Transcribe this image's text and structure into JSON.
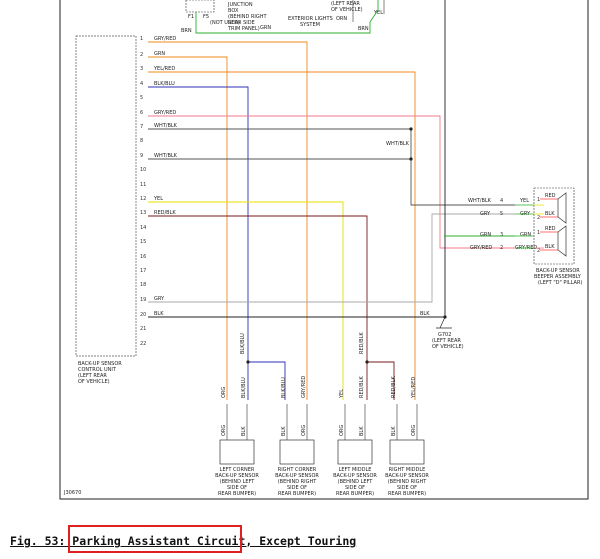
{
  "top_labels": {
    "f1": "F1",
    "f5": "F5",
    "not_used": "(NOT USED)",
    "junction_block": [
      "JUNCTION",
      "BOX",
      "(BEHIND RIGHT",
      "REAR SIDE",
      "TRIM PANEL)"
    ],
    "left_rear": [
      "(LEFT REAR",
      "OF VEHICLE)"
    ],
    "exterior_lights": [
      "EXTERIOR LIGHTS",
      "SYSTEM"
    ],
    "brn_left": "BRN",
    "brn_right": "BRN",
    "grn": "GRN",
    "orn_top": "ORN",
    "yel_top": "YEL"
  },
  "control_unit": {
    "label": [
      "BACK-UP SENSOR",
      "CONTROL UNIT",
      "(LEFT REAR",
      "OF VEHICLE)"
    ],
    "pins": [
      "1",
      "2",
      "3",
      "4",
      "5",
      "6",
      "7",
      "8",
      "9",
      "10",
      "11",
      "12",
      "13",
      "14",
      "15",
      "16",
      "17",
      "18",
      "19",
      "20",
      "21",
      "22"
    ],
    "wires": {
      "w1": "GRY/RED",
      "w2": "GRN",
      "w3": "YEL/RED",
      "w4": "BLK/BLU",
      "w6": "GRY/RED",
      "w7": "WHT/BLK",
      "w9": "WHT/BLK",
      "w12": "YEL",
      "w13": "RED/BLK",
      "w19": "GRY",
      "w20": "BLK"
    }
  },
  "beeper": {
    "label": [
      "BACK-UP SENSOR",
      "BEEPER ASSEMBLY",
      "(LEFT \"D\" PILLAR)"
    ],
    "wires_left": [
      "WHT/BLK",
      "GRY",
      "GRN",
      "GRY/RED"
    ],
    "pins_left": [
      "4",
      "5",
      "3",
      "2"
    ],
    "wires_right": [
      "YEL",
      "GRY",
      "GRN",
      "GRY/RED"
    ],
    "inner": [
      "RED",
      "BLK",
      "RED",
      "BLK"
    ],
    "inner_pins": [
      "1",
      "2",
      "1",
      "2"
    ]
  },
  "vertical_labels": {
    "wht_blk": "WHT/BLK",
    "g702": [
      "G702",
      "(LEFT REAR",
      "OF VEHICLE)"
    ],
    "blk_blu": "BLK/BLU",
    "red_blk": "RED/BLK"
  },
  "sensors": [
    {
      "wires": [
        "ORG",
        "BLK/BLU"
      ],
      "bottom": [
        "ORG",
        "BLK"
      ],
      "label": [
        "LEFT CORNER",
        "BACK-UP SENSOR",
        "(BEHIND LEFT",
        "SIDE OF",
        "REAR BUMPER)"
      ]
    },
    {
      "wires": [
        "BLK/BLU",
        "GRY/RED"
      ],
      "bottom": [
        "BLK",
        "ORG"
      ],
      "label": [
        "RIGHT CORNER",
        "BACK-UP SENSOR",
        "(BEHIND RIGHT",
        "SIDE OF",
        "REAR BUMPER)"
      ]
    },
    {
      "wires": [
        "YEL",
        "RED/BLK"
      ],
      "bottom": [
        "ORG",
        "BLK"
      ],
      "label": [
        "LEFT MIDDLE",
        "BACK-UP SENSOR",
        "(BEHIND LEFT",
        "SIDE OF",
        "REAR BUMPER)"
      ]
    },
    {
      "wires": [
        "RED/BLK",
        "YEL/RED"
      ],
      "bottom": [
        "BLK",
        "ORG"
      ],
      "label": [
        "RIGHT MIDDLE",
        "BACK-UP SENSOR",
        "(BEHIND RIGHT",
        "SIDE OF",
        "REAR BUMPER)"
      ]
    }
  ],
  "figure_id": "J30670",
  "caption": "Fig. 53: Parking Assistant Circuit, Except Touring",
  "colors": {
    "orange": "#f08a1e",
    "blue": "#2f2fb8",
    "yellow": "#e8e000",
    "red": "#ff4040",
    "pink": "#f07a8c",
    "green": "#2bb02b",
    "brown": "#7a1a1a",
    "gray": "#a8a8a8",
    "black": "#222222",
    "highlight": "#e02020"
  }
}
